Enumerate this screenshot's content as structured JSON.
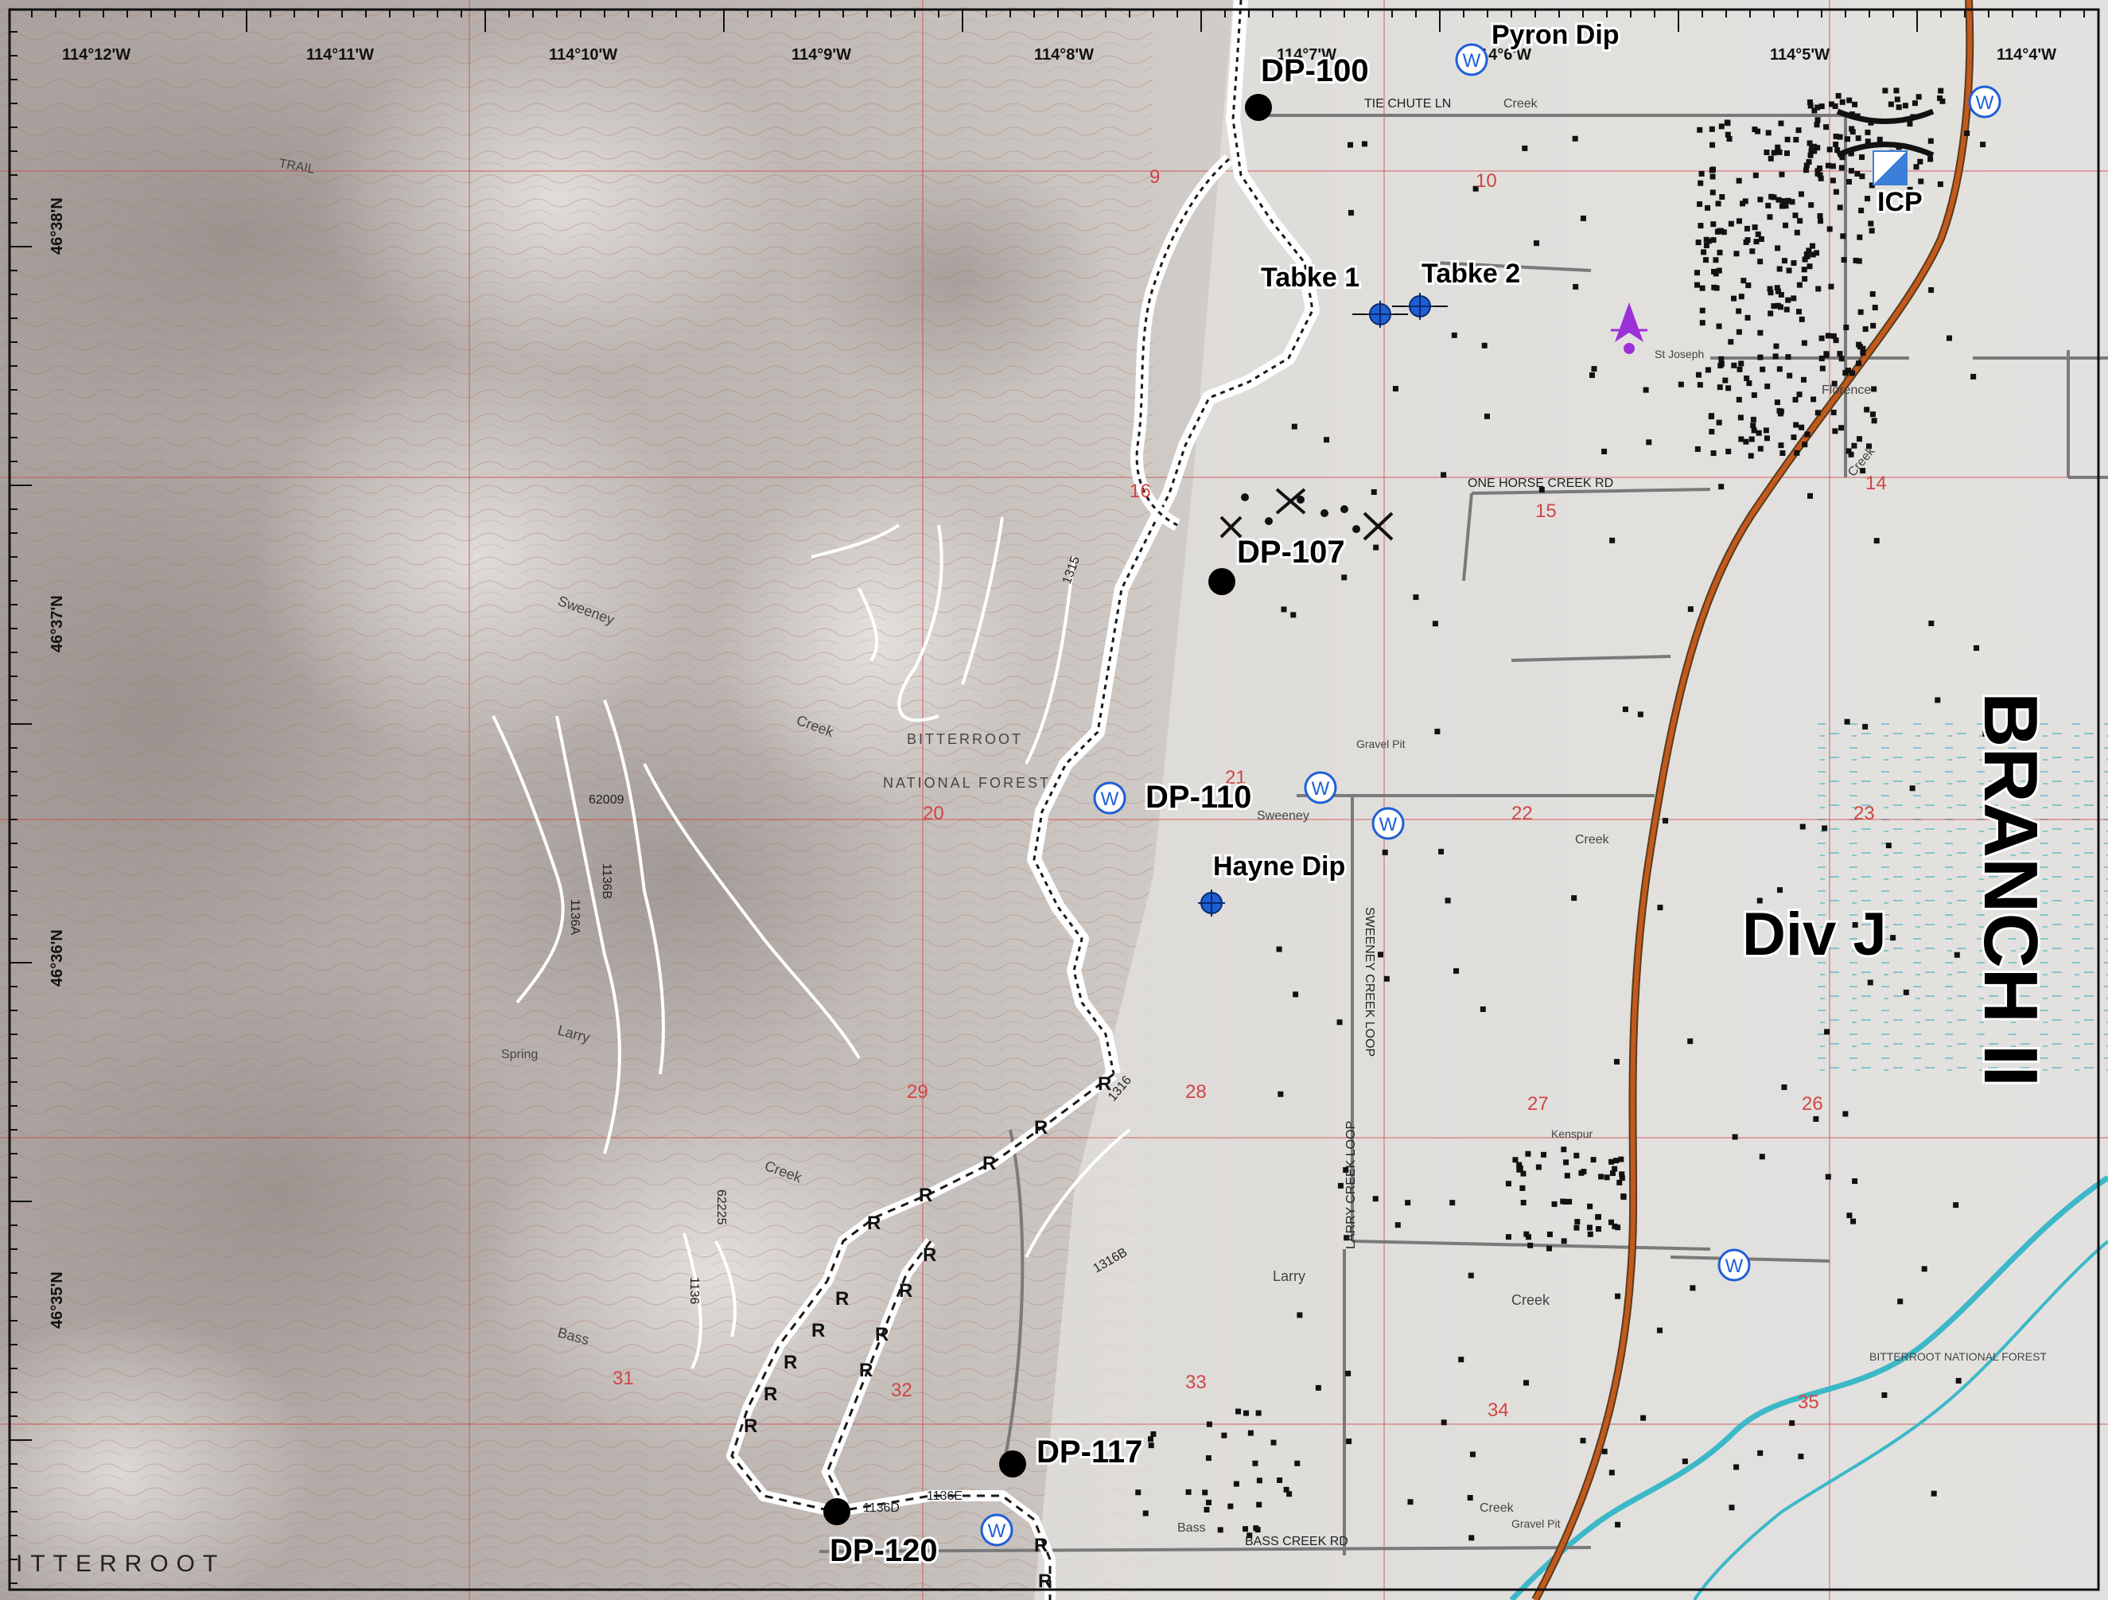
{
  "coords": {
    "top_lon": [
      "114°12'W",
      "114°11'W",
      "114°10'W",
      "114°9'W",
      "114°8'W",
      "114°7'W",
      "114°6'W",
      "114°5'W",
      "114°4'W"
    ],
    "left_lat": [
      "46°38'N",
      "46°37'N",
      "46°36'N",
      "46°35'N"
    ]
  },
  "points": {
    "dp100": "DP-100",
    "dp107": "DP-107",
    "dp110": "DP-110",
    "dp117": "DP-117",
    "dp120": "DP-120",
    "tabke1": "Tabke 1",
    "tabke2": "Tabke 2",
    "hayne": "Hayne Dip",
    "pyron": "Pyron Dip",
    "icp": "ICP"
  },
  "division": "Div J",
  "branch": "BRANCH II",
  "water_symbol": "W",
  "roads": {
    "tie_chute": "TIE CHUTE LN",
    "one_horse": "ONE HORSE CREEK RD",
    "bass_creek": "BASS CREEK RD",
    "sweeney_loop": "SWEENEY CREEK LOOP",
    "larry_loop": "LARRY CREEK LOOP",
    "r1136a": "1136A",
    "r1136b": "1136B",
    "r62009": "62009",
    "r62225": "62225",
    "r1136": "1136",
    "r1315": "1315",
    "r1316": "1316",
    "r1316b": "1316B",
    "r1136d": "1136D",
    "r1136e": "1136E"
  },
  "map_text": {
    "bitterroot_nf_1": "BITTERROOT",
    "bitterroot_nf_2": "NATIONAL FOREST",
    "bitterroot_bottom": "ITTERROOT",
    "sweeney_creek": "Sweeney",
    "sweeney_creek_2": "Creek",
    "larry_creek": "Larry",
    "larry_creek_2": "Creek",
    "bass_creek": "Bass",
    "creek_right": "Creek",
    "florence": "Florence",
    "st_josephs": "St Joseph",
    "kenspur": "Kenspur",
    "gravel_pit": "Gravel Pit",
    "larry_spring": "Spring",
    "wilderness_trail": "TRAIL",
    "bitterroot_nf_right": "BITTERROOT NATIONAL FOREST"
  },
  "section_numbers": [
    "9",
    "10",
    "16",
    "15",
    "14",
    "21",
    "20",
    "22",
    "23",
    "28",
    "29",
    "27",
    "26",
    "33",
    "32",
    "34",
    "35",
    "31"
  ],
  "colors": {
    "route_fill": "#ffffff",
    "route_symbol": "#1a1a1a",
    "fire_line": "#ffffff",
    "highway": "#c25a1e",
    "road": "#7a7a7a",
    "drop_point": "#000000",
    "water_source": "#1f5fd6",
    "icp_blue": "#3a7fd9",
    "helispot": "#9b30d9",
    "river": "#3cb8c8",
    "contour": "#a8735a",
    "grid_red": "#d04545"
  }
}
